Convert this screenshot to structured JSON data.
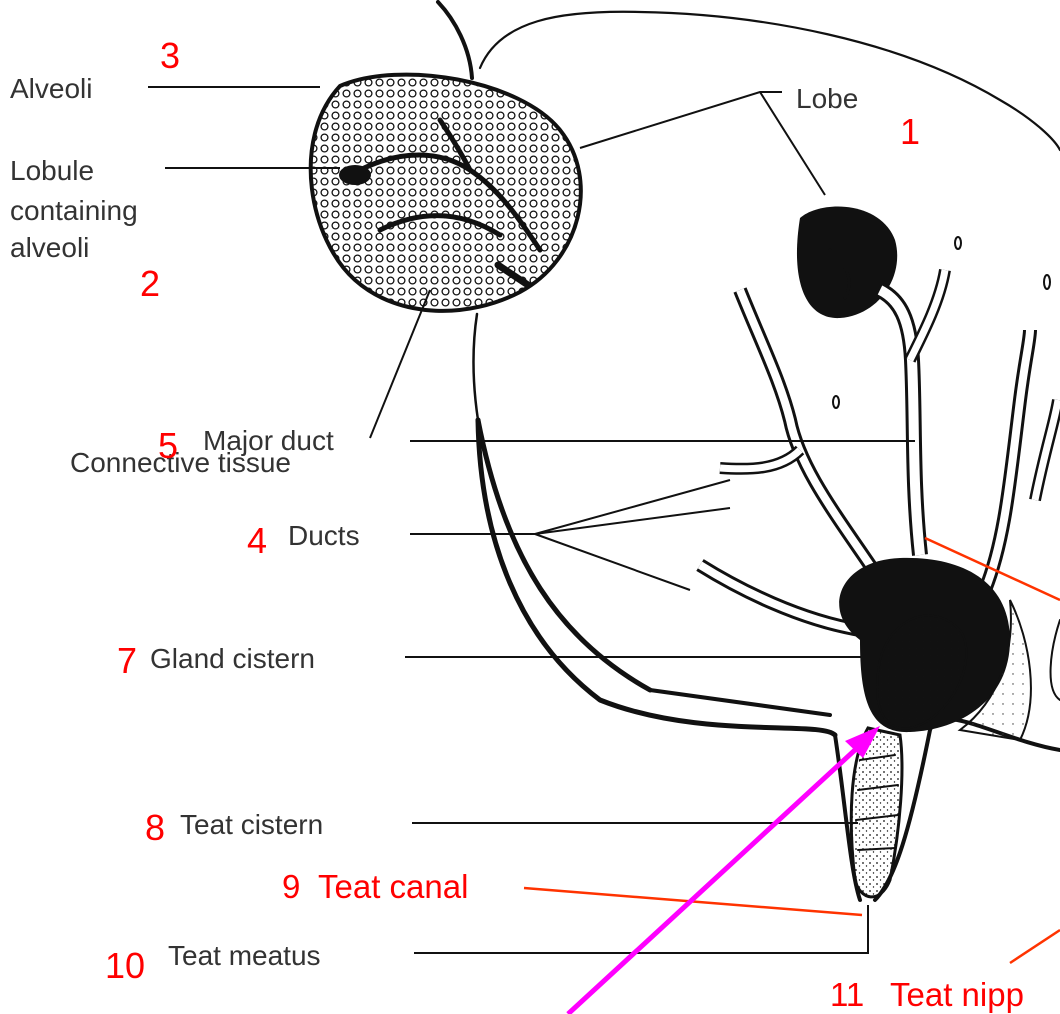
{
  "colors": {
    "ink": "#111111",
    "label_text": "#333333",
    "annotation_red": "#ff0000",
    "leader_red": "#ff3300",
    "arrow_magenta": "#ff00ff"
  },
  "labels": {
    "alveoli": {
      "text": "Alveoli",
      "num": "3"
    },
    "lobule": {
      "line1": "Lobule",
      "line2": "containing",
      "line3": "alveoli",
      "num": "2"
    },
    "lobe": {
      "text": "Lobe",
      "num": "1"
    },
    "connective": {
      "text": "Connective tissue"
    },
    "major_duct": {
      "text": "Major duct",
      "num": "5"
    },
    "ducts": {
      "text": "Ducts",
      "num": "4"
    },
    "gland_cistern": {
      "text": "Gland cistern",
      "num": "7"
    },
    "teat_cistern": {
      "text": "Teat cistern",
      "num": "8"
    },
    "teat_canal": {
      "text": "Teat canal",
      "num": "9"
    },
    "teat_meatus": {
      "text": "Teat meatus",
      "num": "10"
    },
    "teat_nipple": {
      "text": "Teat nipp",
      "num": "11"
    }
  }
}
